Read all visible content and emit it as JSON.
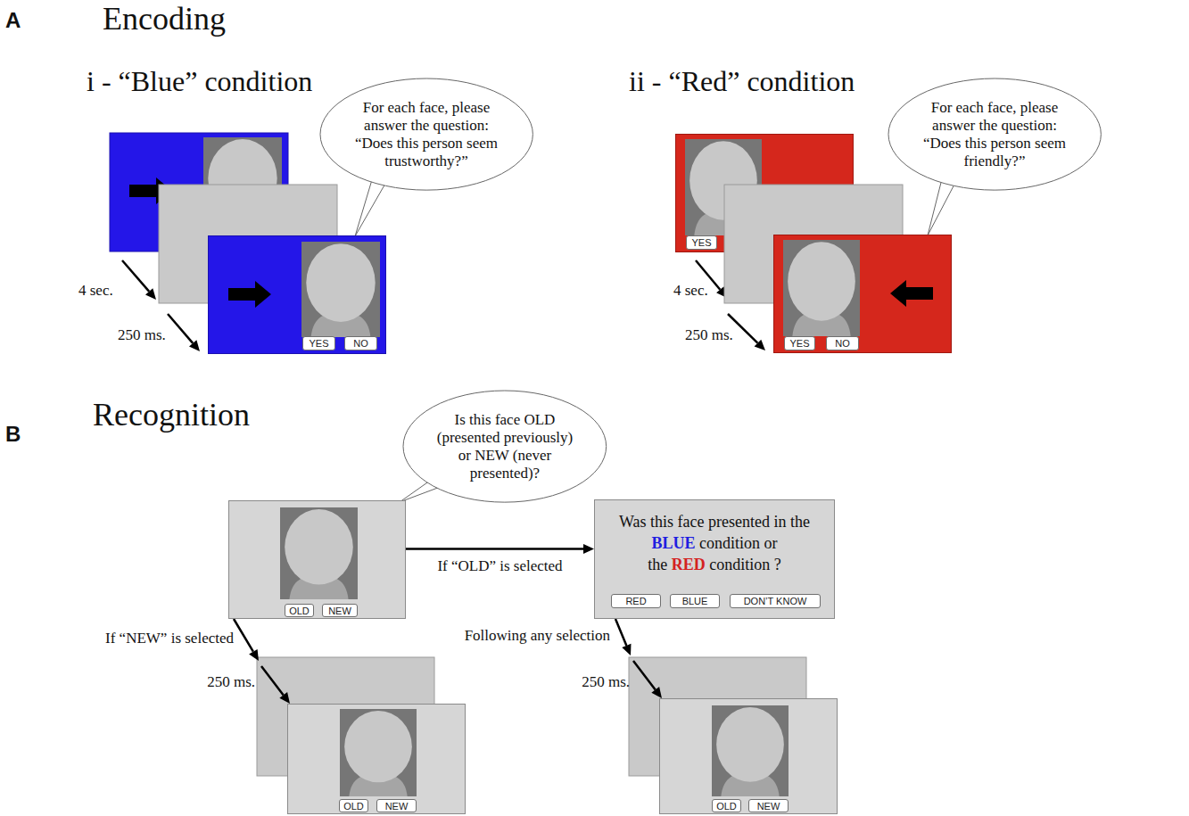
{
  "diagram": {
    "nodes": [
      {
        "text": [
          "For each face, please answer the question: “Does this person seem trustworthy?”"
        ]
      },
      {
        "text": []
      },
      {
        "text": [
          "YES"
        ],
        "in": 1
      },
      {
        "text": [
          "NO"
        ],
        "in": 1
      },
      {
        "text": [
          "For each face, please answer the question: “Does this person seem friendly?”"
        ]
      },
      {
        "text": []
      },
      {
        "text": [
          "YES"
        ],
        "in": 5
      },
      {
        "text": []
      },
      {
        "text": [
          "YES"
        ],
        "in": 7
      },
      {
        "text": [
          "NO"
        ],
        "in": 7
      },
      {
        "text": [
          "Is this face OLD (presented previously) or NEW (never presented)?"
        ]
      },
      {
        "text": []
      },
      {
        "text": [
          "OLD"
        ],
        "in": 11
      },
      {
        "text": [
          "NEW"
        ],
        "in": 11
      },
      {
        "text": [
          "Was this face presented in the BLUE condition or the RED condition ?"
        ]
      },
      {
        "text": [
          "RED"
        ],
        "in": 14
      },
      {
        "text": [
          "BLUE"
        ],
        "in": 14
      },
      {
        "text": [
          "DON’T KNOW"
        ],
        "in": 14
      },
      {
        "text": []
      },
      {
        "text": [
          "OLD"
        ],
        "in": 18
      },
      {
        "text": [
          "NEW"
        ],
        "in": 18
      },
      {
        "text": []
      },
      {
        "text": [
          "OLD"
        ],
        "in": 21
      },
      {
        "text": [
          "NEW"
        ],
        "in": 21
      }
    ],
    "edges": [
      {
        "from": 11,
        "to": 14,
        "label": "If “OLD” is selected",
        "arrow": "to"
      },
      {
        "from": 11,
        "to": 18,
        "label": "If “NEW” is selected",
        "arrow": "to"
      },
      {
        "from": 14,
        "to": 21,
        "label": "Following any selection",
        "arrow": "to"
      }
    ],
    "labels": [
      "A",
      "Encoding",
      "i - “Blue” condition",
      "ii - “Red” condition",
      "4 sec.",
      "250 ms.",
      "4 sec.",
      "250 ms.",
      "B",
      "Recognition",
      "250 ms.",
      "250 ms."
    ]
  }
}
